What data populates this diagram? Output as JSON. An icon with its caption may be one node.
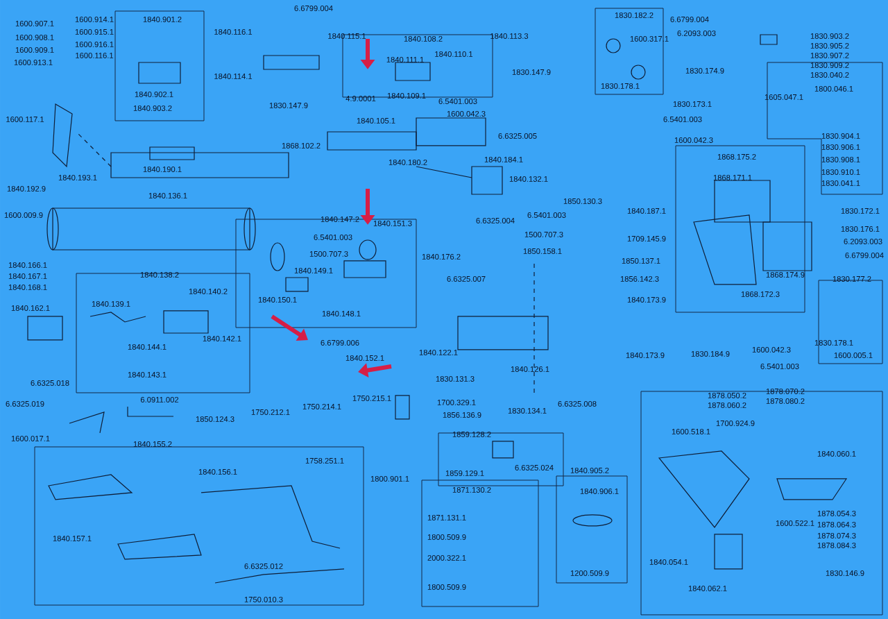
{
  "diagram": {
    "labels": [
      "1600.907.1",
      "1600.908.1",
      "1600.909.1",
      "1600.913.1",
      "1600.914.1",
      "1600.915.1",
      "1600.916.1",
      "1600.116.1",
      "1840.901.2",
      "1840.902.1",
      "1840.903.2",
      "1840.116.1",
      "1840.114.1",
      "6.6799.004",
      "1840.115.1",
      "1840.108.2",
      "1840.113.3",
      "1840.111.1",
      "1840.110.1",
      "4.9.0001",
      "1840.109.1",
      "1830.182.2",
      "6.6799.004",
      "6.2093.003",
      "1600.317.1",
      "1830.178.1",
      "1830.903.2",
      "1830.905.2",
      "1830.907.2",
      "1830.909.2",
      "1830.040.2",
      "1600.117.1",
      "1830.147.9",
      "1830.147.9",
      "6.5401.003",
      "1600.042.3",
      "1840.105.1",
      "6.6325.005",
      "1830.174.9",
      "1830.173.1",
      "6.5401.003",
      "1600.042.3",
      "1605.047.1",
      "1800.046.1",
      "1830.904.1",
      "1830.906.1",
      "1830.908.1",
      "1830.910.1",
      "1830.041.1",
      "1868.102.2",
      "1840.192.9",
      "1840.193.1",
      "1840.190.1",
      "1840.180.2",
      "1840.184.1",
      "1840.132.1",
      "1868.175.2",
      "1868.171.1",
      "1840.136.1",
      "1850.130.3",
      "1840.187.1",
      "1600.009.9",
      "1840.147.2",
      "1840.151.3",
      "6.5401.003",
      "1500.707.3",
      "1840.149.1",
      "6.6325.004",
      "6.5401.003",
      "1500.707.3",
      "1850.158.1",
      "1709.145.9",
      "1840.176.2",
      "1850.137.1",
      "1830.172.1",
      "1830.176.1",
      "6.2093.003",
      "6.6799.004",
      "1840.166.1",
      "1840.167.1",
      "1840.168.1",
      "1840.138.2",
      "1840.140.2",
      "6.6325.007",
      "1856.142.3",
      "1868.174.9",
      "1840.139.1",
      "1840.162.1",
      "1840.150.1",
      "1840.148.1",
      "1840.173.9",
      "1868.172.3",
      "1830.177.2",
      "1840.144.1",
      "1840.142.1",
      "6.6799.006",
      "1840.152.1",
      "1840.122.1",
      "1840.143.1",
      "6.6325.018",
      "6.6325.019",
      "1840.173.9",
      "1830.184.9",
      "1600.042.3",
      "6.5401.003",
      "1830.178.1",
      "1600.005.1",
      "1840.126.1",
      "1830.131.3",
      "1750.214.1",
      "1750.215.1",
      "6.0911.002",
      "1850.124.3",
      "1750.212.1",
      "1700.329.1",
      "1856.136.9",
      "1830.134.1",
      "6.6325.008",
      "1600.017.1",
      "1840.155.2",
      "1878.050.2",
      "1878.060.2",
      "1878.070.2",
      "1878.080.2",
      "1859.128.2",
      "1600.518.1",
      "1700.924.9",
      "1840.156.1",
      "1758.251.1",
      "1840.060.1",
      "1859.129.1",
      "6.6325.024",
      "1840.905.2",
      "1800.901.1",
      "1871.130.2",
      "1840.906.1",
      "1878.054.3",
      "1878.064.3",
      "1878.074.3",
      "1878.084.3",
      "1871.131.1",
      "1600.522.1",
      "1800.509.9",
      "1840.157.1",
      "2000.322.1",
      "1840.054.1",
      "6.6325.012",
      "1830.146.9",
      "1200.509.9",
      "1800.509.9",
      "1840.062.1",
      "1750.010.3"
    ]
  }
}
